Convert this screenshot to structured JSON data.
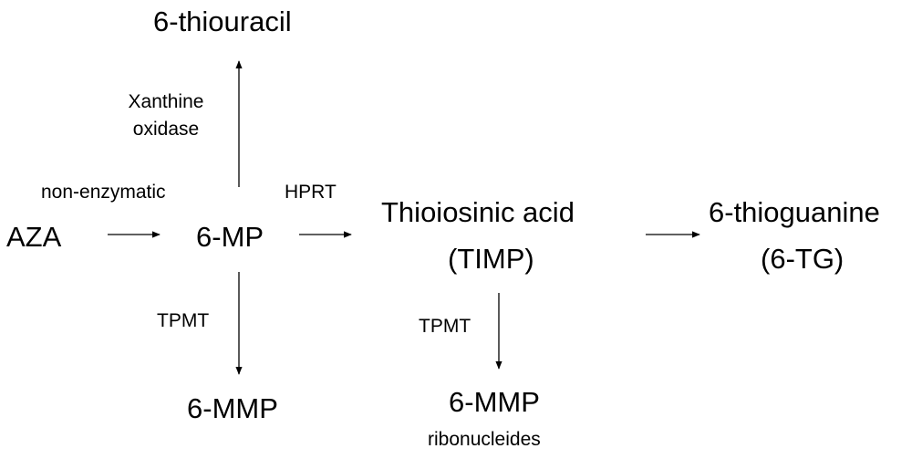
{
  "nodes": {
    "thiouracil": "6-thiouracil",
    "aza": "AZA",
    "mp": "6-MP",
    "timp_line1": "Thioiosinic acid",
    "timp_line2": "(TIMP)",
    "tg_line1": "6-thioguanine",
    "tg_line2": "(6-TG)",
    "mmp_left": "6-MMP",
    "mmp_right": "6-MMP",
    "mmp_right_sub": "ribonucleides"
  },
  "labels": {
    "xanthine_line1": "Xanthine",
    "xanthine_line2": "oxidase",
    "non_enzymatic": "non-enzymatic",
    "hprt": "HPRT",
    "tpmt_left": "TPMT",
    "tpmt_right": "TPMT"
  }
}
